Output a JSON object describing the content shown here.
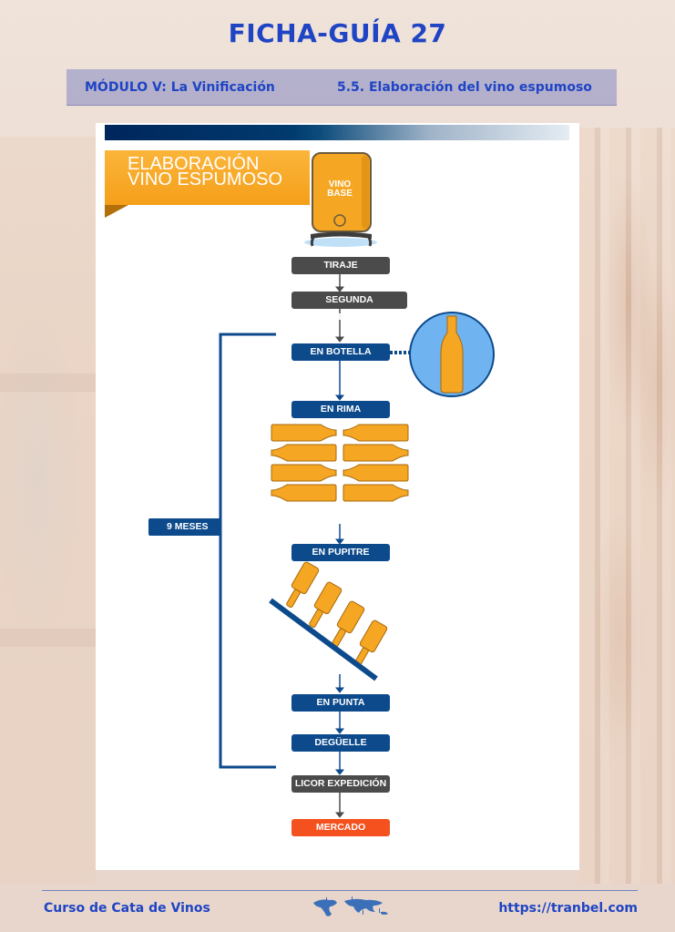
{
  "header": {
    "title": "FICHA-GUÍA 27",
    "module": "MÓDULO V: La Vinificación",
    "section": "5.5.  Elaboración del vino espumoso"
  },
  "diagram": {
    "banner_line1": "ELABORACIÓN",
    "banner_line2": "VINO ESPUMOSO",
    "tank_label_line1": "VINO",
    "tank_label_line2": "BASE",
    "duration_label": "9 MESES",
    "steps": [
      {
        "label": "TIRAJE",
        "color": "#4b4b4b"
      },
      {
        "label": "SEGUNDA FERMENTACIÓN",
        "color": "#4b4b4b"
      },
      {
        "label": "EN BOTELLA",
        "color": "#0c4a8c"
      },
      {
        "label": "EN RIMA",
        "color": "#0c4a8c"
      },
      {
        "label": "EN PUPITRE",
        "color": "#0c4a8c"
      },
      {
        "label": "EN PUNTA",
        "color": "#0c4a8c"
      },
      {
        "label": "DEGÜELLE",
        "color": "#0c4a8c"
      },
      {
        "label": "LICOR EXPEDICIÓN",
        "color": "#4b4b4b"
      },
      {
        "label": "MERCADO",
        "color": "#f4511e"
      }
    ],
    "colors": {
      "orange": "#f5a623",
      "navy": "#0c4a8c",
      "dark_gray": "#4b4b4b",
      "red": "#f4511e",
      "circle_fill": "#6fb3f0"
    }
  },
  "footer": {
    "left": "Curso de Cata de Vinos",
    "right": "https://tranbel.com",
    "logo_icon": "world-map-icon"
  }
}
